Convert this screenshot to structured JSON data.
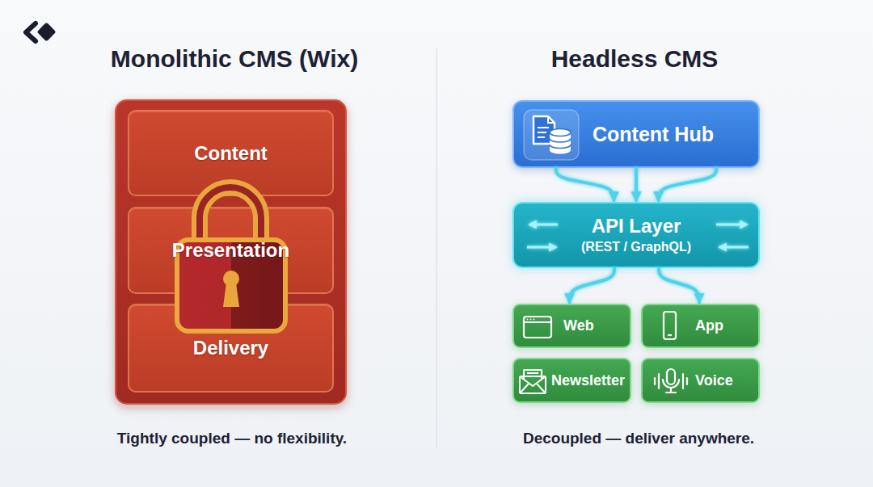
{
  "diagram": {
    "nodes": [
      {
        "text": [
          "Content"
        ]
      },
      {
        "text": [
          "Presentation"
        ]
      },
      {
        "text": [
          "Delivery"
        ]
      },
      {
        "text": [
          "Content Hub"
        ]
      },
      {
        "text": [
          "API Layer",
          "(REST / GraphQL)"
        ]
      },
      {
        "text": [
          "Web"
        ]
      },
      {
        "text": [
          "App"
        ]
      },
      {
        "text": [
          "Newsletter"
        ]
      },
      {
        "text": [
          "Voice"
        ]
      }
    ],
    "edges": [
      {
        "from": 3,
        "to": 4,
        "arrow": "to"
      },
      {
        "from": 3,
        "to": 4,
        "arrow": "to"
      },
      {
        "from": 3,
        "to": 4,
        "arrow": "to"
      },
      {
        "from": 4,
        "to": 5,
        "arrow": "to"
      },
      {
        "from": 4,
        "to": 6,
        "arrow": "to"
      }
    ],
    "labels": [
      "Monolithic CMS (Wix)",
      "Headless CMS",
      "Tightly coupled — no flexibility.",
      "Decoupled — deliver anywhere."
    ]
  }
}
